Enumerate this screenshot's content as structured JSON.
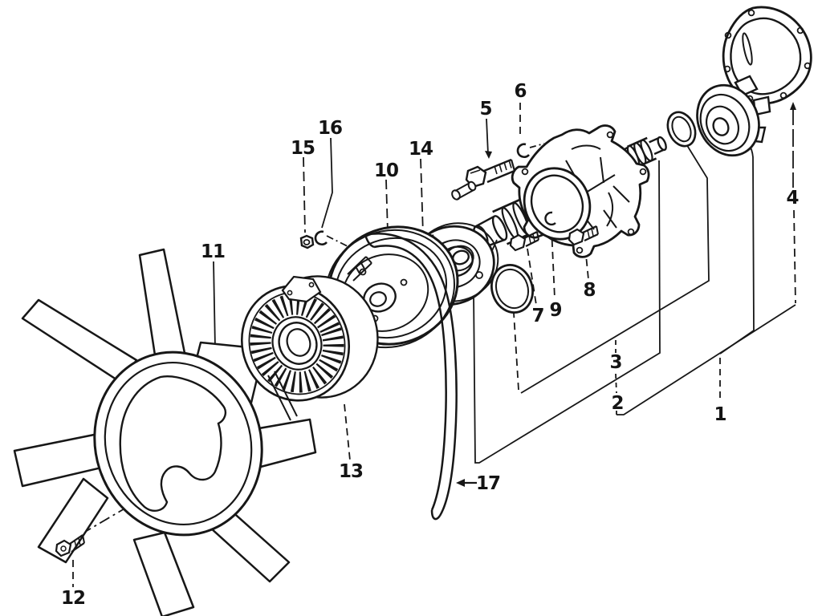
{
  "figure": {
    "type": "exploded-parts-diagram",
    "subject": "water-pump-and-fan-assembly",
    "ink_color": "#171717",
    "paper_color": "#ffffff"
  },
  "callouts": [
    {
      "number": "1",
      "part": "water-pump-assembly"
    },
    {
      "number": "2",
      "part": "impeller-vane-set"
    },
    {
      "number": "3",
      "part": "seal-set"
    },
    {
      "number": "4",
      "part": "pump-gasket"
    },
    {
      "number": "5",
      "part": "long-bolt"
    },
    {
      "number": "6",
      "part": "snap-ring"
    },
    {
      "number": "7",
      "part": "small-bolt"
    },
    {
      "number": "8",
      "part": "small-bolt"
    },
    {
      "number": "9",
      "part": "snap-ring"
    },
    {
      "number": "10",
      "part": "fan-pulley"
    },
    {
      "number": "11",
      "part": "fan-blade"
    },
    {
      "number": "12",
      "part": "fan-bolt"
    },
    {
      "number": "13",
      "part": "fan-coupling"
    },
    {
      "number": "14",
      "part": "pulley-hub"
    },
    {
      "number": "15",
      "part": "nut"
    },
    {
      "number": "16",
      "part": "snap-ring"
    },
    {
      "number": "17",
      "part": "fan-belt"
    }
  ]
}
